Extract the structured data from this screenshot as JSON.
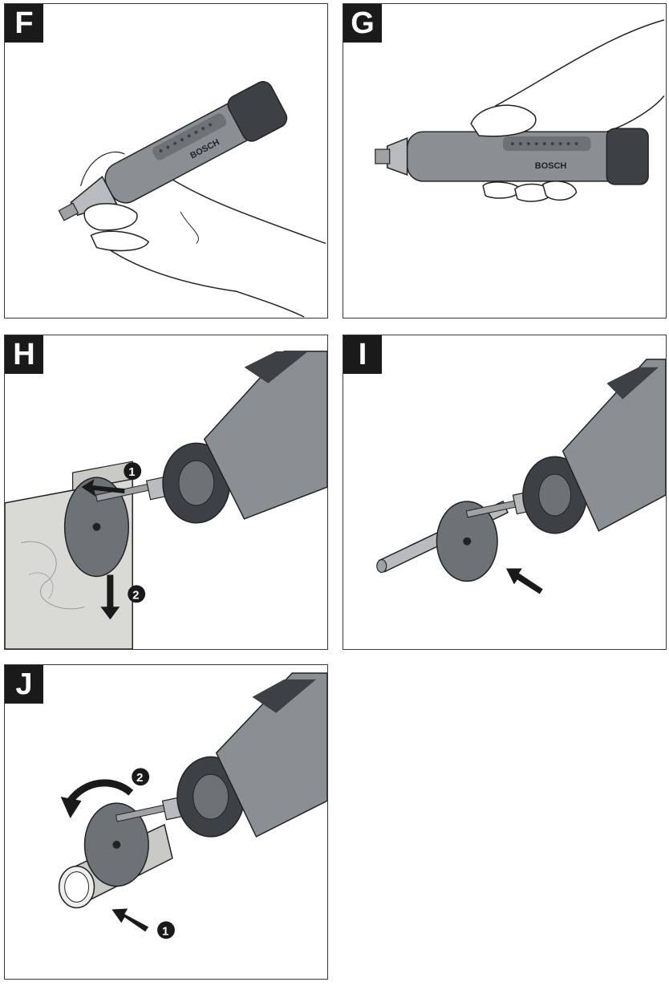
{
  "panels": [
    {
      "id": "F",
      "label": "F",
      "brand": "BOSCH"
    },
    {
      "id": "G",
      "label": "G",
      "brand": "BOSCH"
    },
    {
      "id": "H",
      "label": "H",
      "steps": [
        "1",
        "2"
      ]
    },
    {
      "id": "I",
      "label": "I"
    },
    {
      "id": "J",
      "label": "J",
      "steps": [
        "2",
        "1"
      ]
    }
  ],
  "colors": {
    "ink": "#1a1a1a",
    "tool_body": "#8a8f93",
    "tool_dark": "#3d4145",
    "wood": "#d9d9d6"
  }
}
